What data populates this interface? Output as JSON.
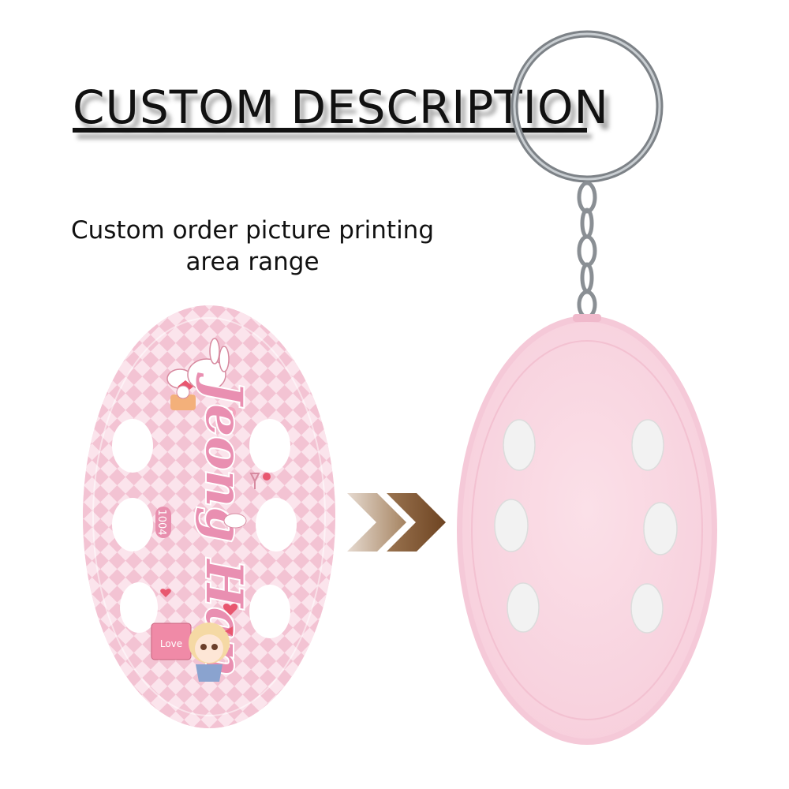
{
  "heading": {
    "title": "CUSTOM DESCRIPTION"
  },
  "description": {
    "line1": "Custom order picture printing",
    "line2": "area range"
  },
  "keychain_front": {
    "name_text": "Jeong Han",
    "number_text": "1004",
    "tag_text": "Love"
  },
  "colors": {
    "pink_light": "#f8dde6",
    "pink_main": "#f6c7d6",
    "checker": "#f2b8cb",
    "arrow_light": "#cdbba9",
    "arrow_dark": "#7a4f2a",
    "ring": "#8f9498"
  },
  "icons": [
    "keyring-icon",
    "chain-icon",
    "arrow-right-icon",
    "bunny-icon",
    "character-icon"
  ]
}
